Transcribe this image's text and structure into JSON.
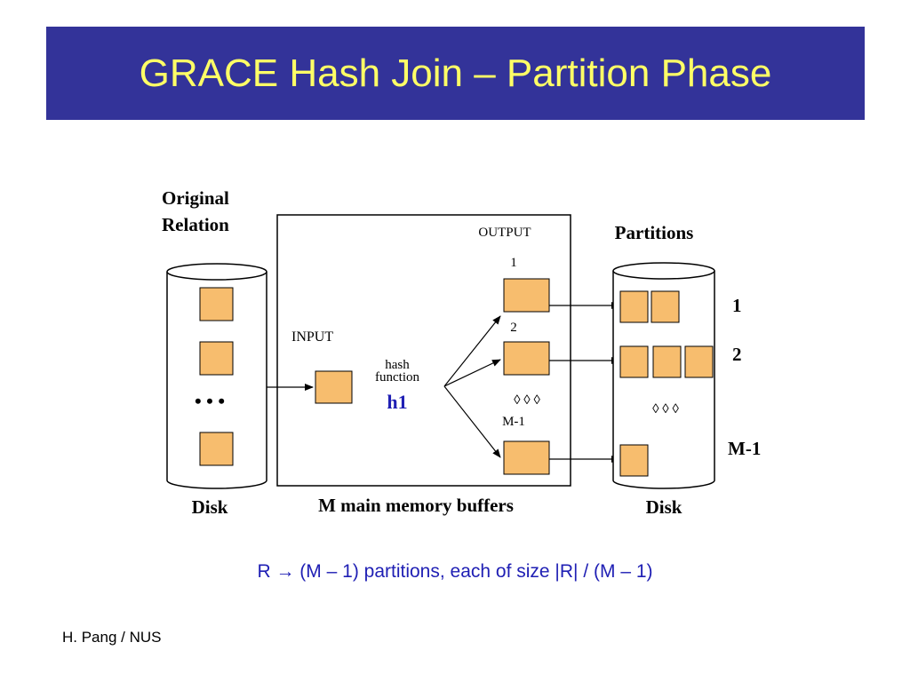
{
  "slide": {
    "title": "GRACE Hash Join – Partition Phase",
    "caption": "R → (M – 1) partitions, each of size |R| / (M – 1)",
    "footer": "H. Pang / NUS"
  },
  "colors": {
    "title_bg": "#333399",
    "title_text": "#ffff66",
    "block_fill": "#f7bd6e",
    "accent_blue": "#1f1fb4",
    "caption_text": "#1f1fb4"
  },
  "diagram": {
    "left_disk": {
      "heading_line1": "Original",
      "heading_line2": "Relation",
      "ellipsis": "• • •",
      "label": "Disk"
    },
    "memory": {
      "input_label": "INPUT",
      "output_label": "OUTPUT",
      "hash_line1": "hash",
      "hash_line2": "function",
      "hash_name": "h1",
      "output_1_label": "1",
      "output_2_label": "2",
      "output_ellipsis": "◊ ◊ ◊",
      "output_m1_label": "M-1",
      "label": "M main memory buffers"
    },
    "right_disk": {
      "heading": "Partitions",
      "row_1_label": "1",
      "row_2_label": "2",
      "ellipsis": "◊ ◊ ◊",
      "row_m1_label": "M-1",
      "label": "Disk"
    }
  }
}
